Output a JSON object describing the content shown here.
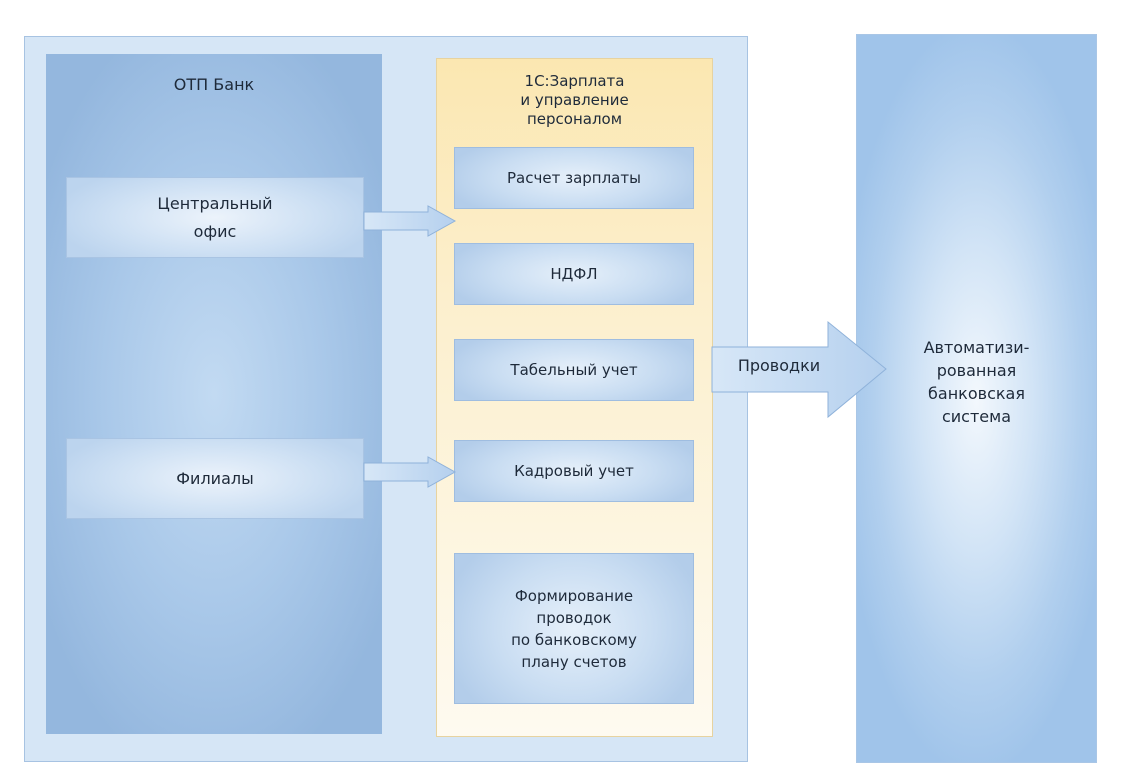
{
  "diagram": {
    "bank": {
      "title": "ОТП Банк",
      "central_office": [
        "Центральный",
        "офис"
      ],
      "branches": "Филиалы"
    },
    "system_1c": {
      "title": [
        "1С:Зарплата",
        "и управление",
        "персоналом"
      ],
      "modules": {
        "payroll": "Расчет зарплаты",
        "ndfl": "НДФЛ",
        "timesheet": "Табельный учет",
        "hr": "Кадровый учет",
        "postings_formation": [
          "Формирование",
          "проводок",
          "по банковскому",
          "плану счетов"
        ]
      }
    },
    "flow_label": "Проводки",
    "abs": [
      "Автоматизи-",
      "рованная",
      "банковская",
      "система"
    ],
    "colors": {
      "bank_blue": "#a9c8e9",
      "panel_yellow": "#fbe7b1",
      "arrow_fill": "#c6dcf2",
      "arrow_stroke": "#8fb2da"
    }
  }
}
